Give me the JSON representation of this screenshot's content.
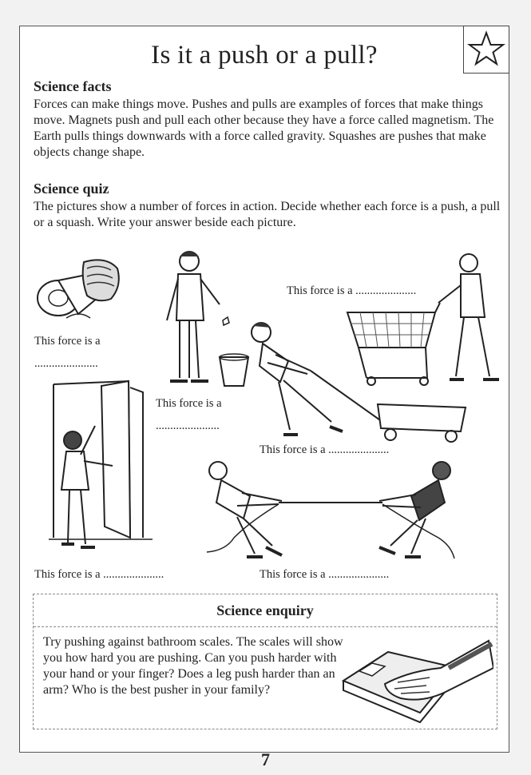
{
  "page": {
    "title": "Is it a push or a pull?",
    "number": "7"
  },
  "facts": {
    "heading": "Science facts",
    "text": "Forces can make things move. Pushes and pulls are examples of forces that make things move. Magnets push and pull each other because they have a force called magnetism. The Earth pulls things downwards with a force called gravity. Squashes are pushes that make objects change shape."
  },
  "quiz": {
    "heading": "Science quiz",
    "text": "The pictures show a number of forces in action. Decide whether each force is a push, a pull or a squash. Write your answer beside each picture.",
    "captions": {
      "can": "This force is a",
      "can_blank": "......................",
      "bin": "This force is a",
      "bin_blank": "......................",
      "trolley": "This force is a .....................",
      "cart": "This force is a .....................",
      "door": "This force is a .....................",
      "tug": "This force is a ....................."
    }
  },
  "enquiry": {
    "title": "Science enquiry",
    "text": "Try pushing against bathroom scales. The scales will show you how hard you are pushing. Can you push harder with your hand or your finger? Does a leg push harder than an arm? Who is the best pusher in your family?"
  },
  "icons": {
    "badge": "star-icon"
  }
}
